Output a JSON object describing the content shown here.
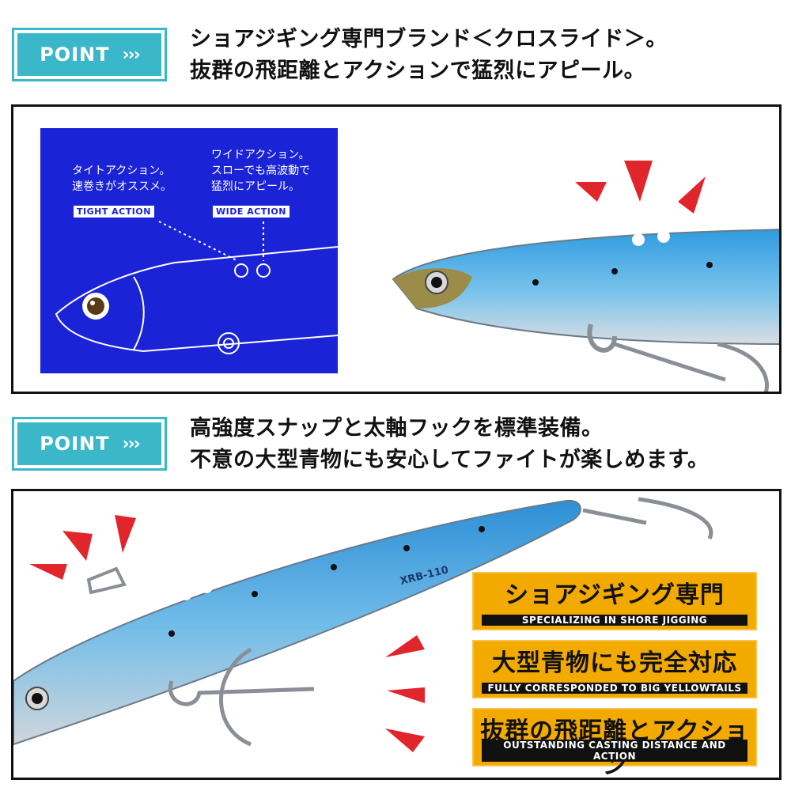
{
  "sections": [
    {
      "badge": {
        "label": "POINT",
        "chevrons": "›››"
      },
      "headline": [
        "ショアジギング専門ブランド＜クロスライド＞。",
        "抜群の飛距離とアクションで猛烈にアピール。"
      ]
    },
    {
      "badge": {
        "label": "POINT",
        "chevrons": "›››"
      },
      "headline": [
        "高強度スナップと太軸フックを標準装備。",
        "不意の大型青物にも安心してファイトが楽しめます。"
      ]
    }
  ],
  "diagram": {
    "tight": {
      "text": [
        "タイトアクション。",
        "速巻きがオススメ。"
      ],
      "tag": "TIGHT ACTION"
    },
    "wide": {
      "text": [
        "ワイドアクション。",
        "スローでも高波動で",
        "猛烈にアピール。"
      ],
      "tag": "WIDE ACTION"
    }
  },
  "lure": {
    "model": "XRB-110"
  },
  "features": [
    {
      "jp": "ショアジギング専門",
      "en": "SPECIALIZING IN SHORE JIGGING"
    },
    {
      "jp": "大型青物にも完全対応",
      "en": "FULLY CORRESPONDED TO BIG YELLOWTAILS"
    },
    {
      "jp": "抜群の飛距離とアクション",
      "en": "OUTSTANDING CASTING DISTANCE AND ACTION"
    }
  ],
  "colors": {
    "point": "#3ab7c9",
    "diagram_bg": "#1a23d6",
    "feature_bg": "#f2a900",
    "burst": "#e0262b",
    "lure_blue": "#2e8fd6"
  }
}
